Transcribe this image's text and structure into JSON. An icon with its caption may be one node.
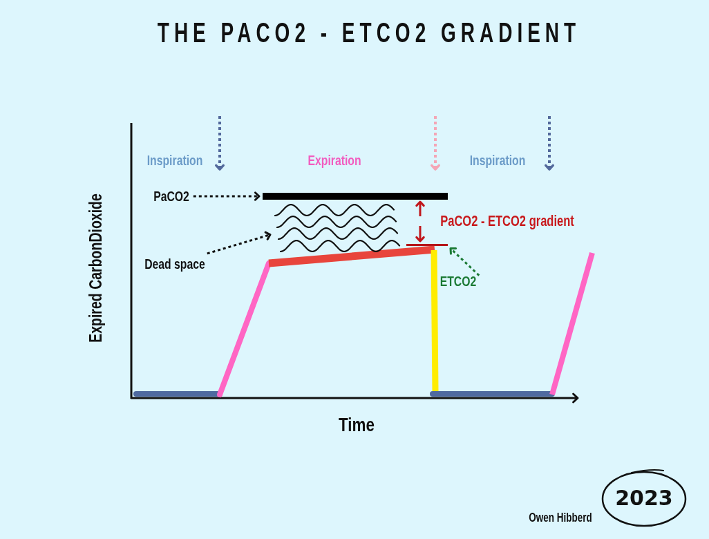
{
  "diagram": {
    "title": "THE PACO2 - ETCO2 GRADIENT",
    "nodes": [
      {
        "text": [
          "PaCO2"
        ]
      },
      {
        "text": [],
        "shape": "bar"
      },
      {
        "text": [
          "Dead space"
        ]
      },
      {
        "text": [],
        "shape": "picture"
      },
      {
        "text": [
          "ETCO2"
        ]
      },
      {
        "text": [],
        "shape": "bar"
      },
      {
        "text": [
          "2023"
        ]
      }
    ],
    "edges": [
      {
        "from": 0,
        "to": 1,
        "arrow": "to",
        "style": "dashed"
      },
      {
        "from": 2,
        "to": 3,
        "arrow": "to",
        "style": "dashed"
      },
      {
        "from": 4,
        "to": 5,
        "arrow": "to",
        "style": "dashed",
        "color": "#1b7a35"
      }
    ],
    "labels": [
      "Inspiration",
      "Expiration",
      "Inspiration",
      "PaCO2 - ETCO2 gradient",
      "Expired CarbonDioxide",
      "Time",
      "Owen Hibberd"
    ]
  }
}
